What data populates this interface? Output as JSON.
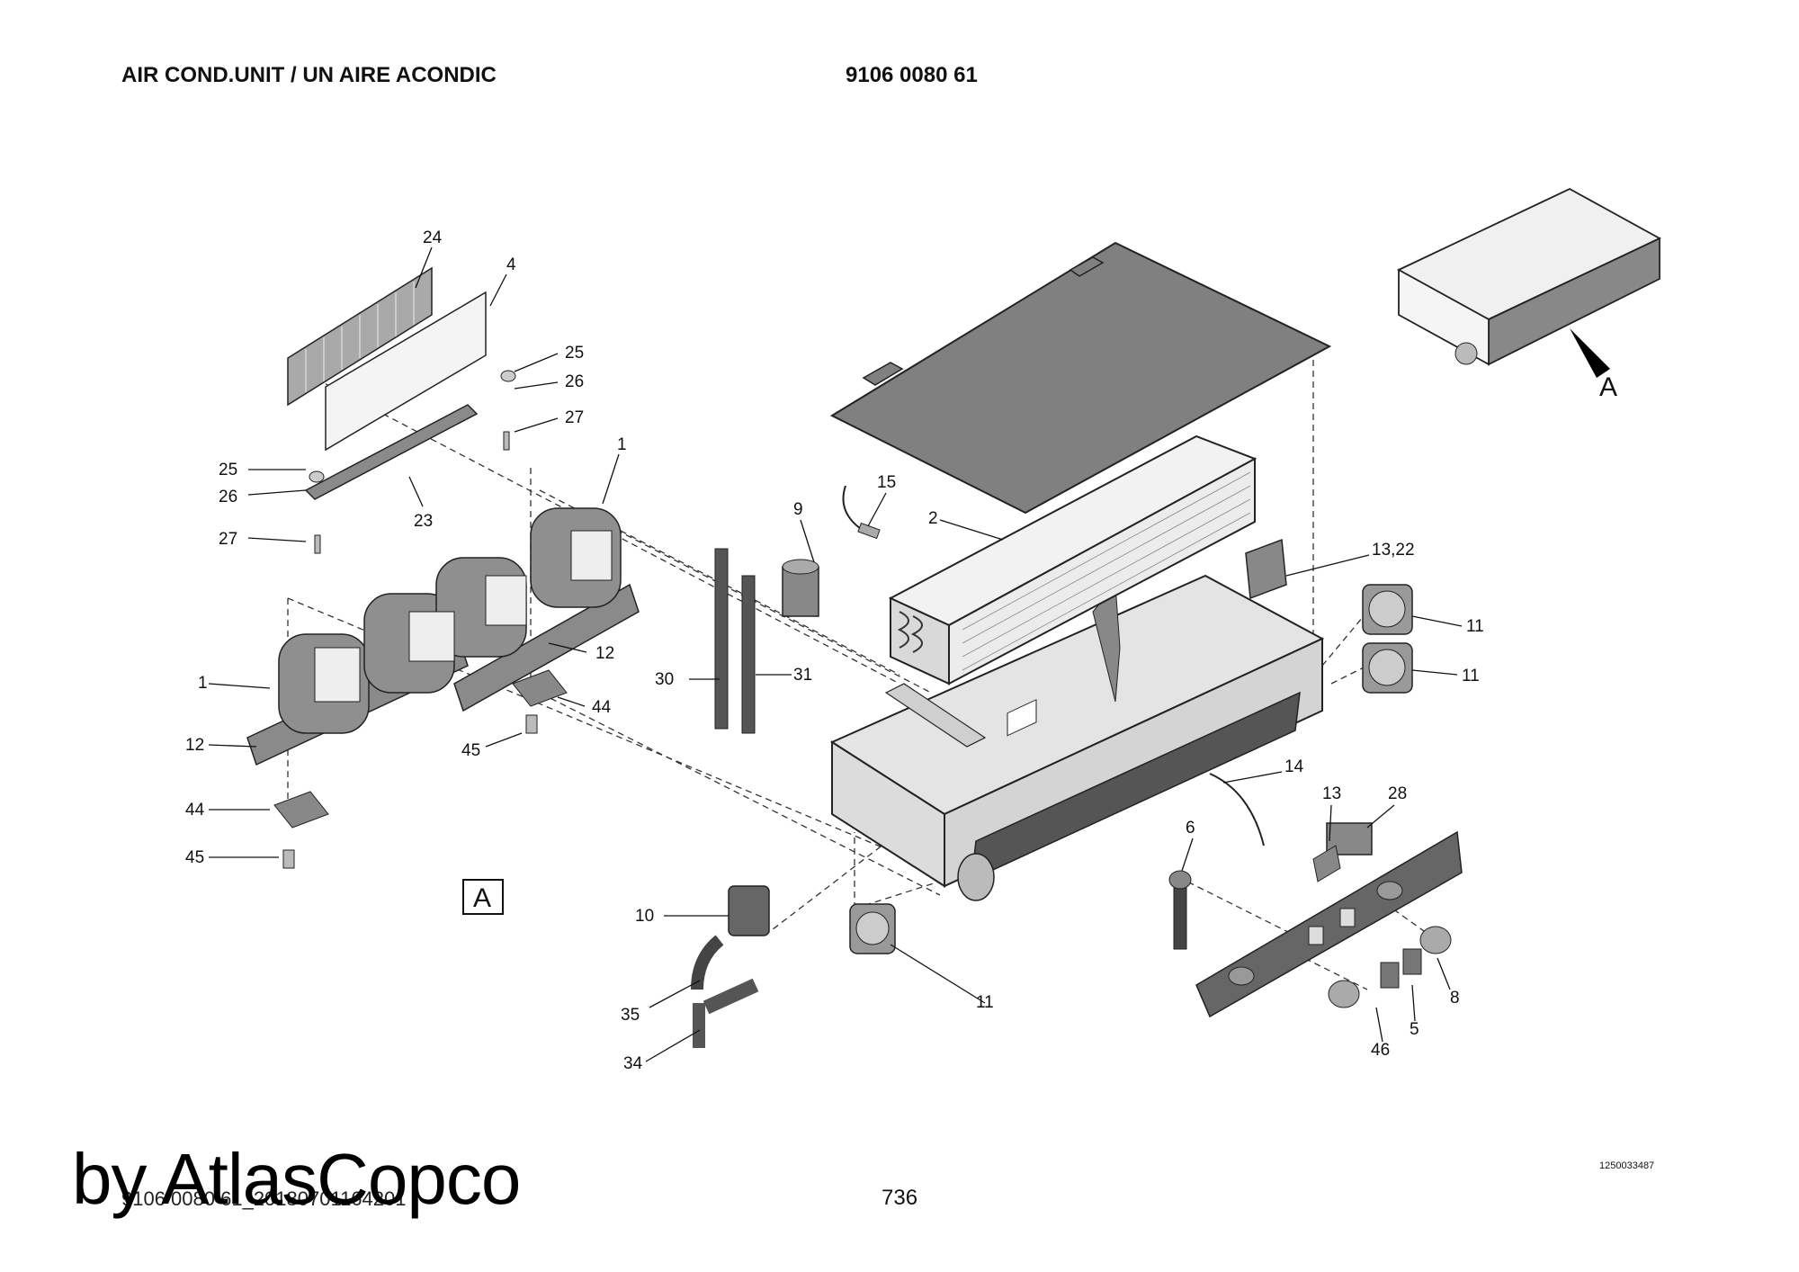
{
  "header": {
    "title": "AIR COND.UNIT / UN AIRE ACONDIC",
    "part_number": "9106 0080 61"
  },
  "view_label": "A",
  "detail_label": "A",
  "callouts": [
    {
      "id": "c24",
      "label": "24"
    },
    {
      "id": "c4",
      "label": "4"
    },
    {
      "id": "c25a",
      "label": "25"
    },
    {
      "id": "c26a",
      "label": "26"
    },
    {
      "id": "c27a",
      "label": "27"
    },
    {
      "id": "c25b",
      "label": "25"
    },
    {
      "id": "c26b",
      "label": "26"
    },
    {
      "id": "c27b",
      "label": "27"
    },
    {
      "id": "c23",
      "label": "23"
    },
    {
      "id": "c1a",
      "label": "1"
    },
    {
      "id": "c1b",
      "label": "1"
    },
    {
      "id": "c12a",
      "label": "12"
    },
    {
      "id": "c12b",
      "label": "12"
    },
    {
      "id": "c44a",
      "label": "44"
    },
    {
      "id": "c44b",
      "label": "44"
    },
    {
      "id": "c45a",
      "label": "45"
    },
    {
      "id": "c45b",
      "label": "45"
    },
    {
      "id": "c9",
      "label": "9"
    },
    {
      "id": "c15",
      "label": "15"
    },
    {
      "id": "c2",
      "label": "2"
    },
    {
      "id": "c30",
      "label": "30"
    },
    {
      "id": "c31",
      "label": "31"
    },
    {
      "id": "c1322",
      "label": "13,22"
    },
    {
      "id": "c11a",
      "label": "11"
    },
    {
      "id": "c11b",
      "label": "11"
    },
    {
      "id": "c11c",
      "label": "11"
    },
    {
      "id": "c14",
      "label": "14"
    },
    {
      "id": "c13",
      "label": "13"
    },
    {
      "id": "c28",
      "label": "28"
    },
    {
      "id": "c6",
      "label": "6"
    },
    {
      "id": "c10",
      "label": "10"
    },
    {
      "id": "c35",
      "label": "35"
    },
    {
      "id": "c34",
      "label": "34"
    },
    {
      "id": "c8",
      "label": "8"
    },
    {
      "id": "c5",
      "label": "5"
    },
    {
      "id": "c46",
      "label": "46"
    }
  ],
  "footer": {
    "drawing_ref": "1250033487",
    "file_name": "9106 0080 61_20180701164201",
    "page": "736",
    "watermark": "by AtlasCopco"
  }
}
